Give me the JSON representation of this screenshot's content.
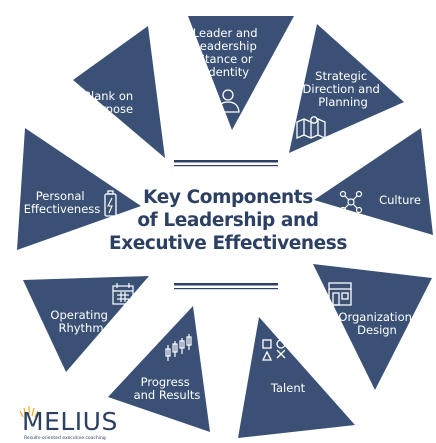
{
  "colors": {
    "petal": "#3a5175",
    "rule": "#2c4063",
    "text": "#ffffff",
    "title": "#2c4063",
    "logo_accent": "#f4a81d"
  },
  "center": {
    "line1": "Key Components",
    "line2": "of Leadership and",
    "line3": "Executive Effectiveness"
  },
  "petals": [
    {
      "id": "leader",
      "icon": "person-icon",
      "lines": [
        "Leader and",
        "Leadership",
        "Stance or",
        "Identity"
      ]
    },
    {
      "id": "strategic",
      "icon": "map-icon",
      "lines": [
        "Strategic",
        "Direction and",
        "Planning"
      ]
    },
    {
      "id": "culture",
      "icon": "network-icon",
      "lines": [
        "Culture"
      ]
    },
    {
      "id": "org-design",
      "icon": "storefront-icon",
      "lines": [
        "Organization",
        "Design"
      ]
    },
    {
      "id": "talent",
      "icon": "shapes-icon",
      "lines": [
        "Talent"
      ]
    },
    {
      "id": "progress",
      "icon": "candlestick-icon",
      "lines": [
        "Progress",
        "and Results"
      ]
    },
    {
      "id": "operating",
      "icon": "calendar-icon",
      "lines": [
        "Operating",
        "Rhythm"
      ]
    },
    {
      "id": "personal",
      "icon": "battery-charging-icon",
      "lines": [
        "Personal",
        "Effectiveness"
      ]
    },
    {
      "id": "blank",
      "icon": "",
      "lines": [
        "Blank on",
        "Purpose"
      ]
    }
  ],
  "logo": {
    "word": "MELIUS",
    "tagline": "Results-oriented executive coaching"
  }
}
